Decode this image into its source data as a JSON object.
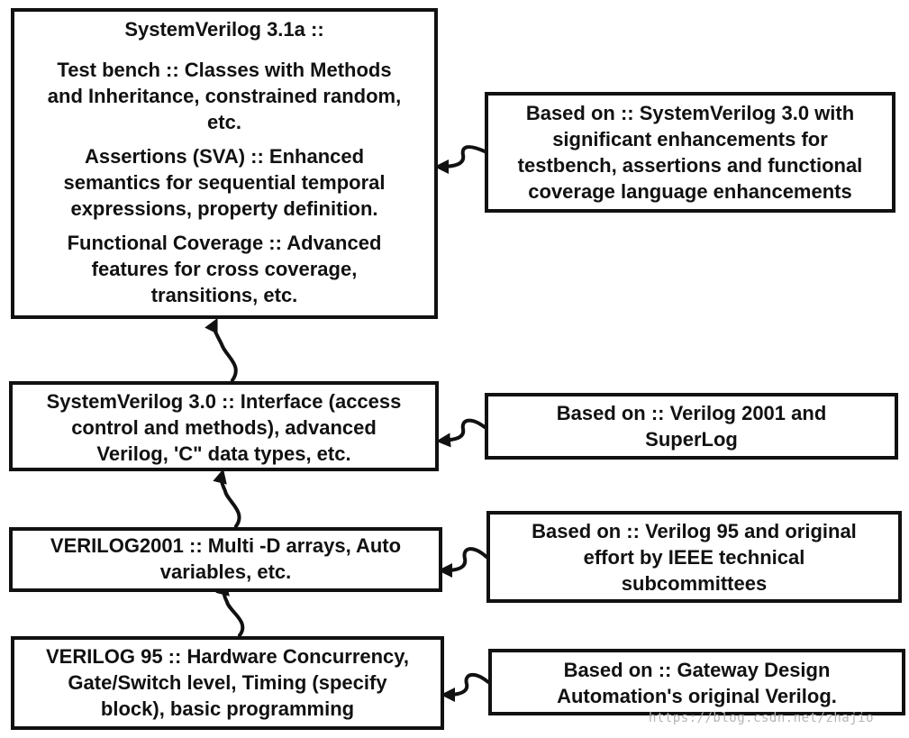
{
  "main_boxes": {
    "sv31": {
      "title": "SystemVerilog 3.1a ::",
      "testbench": "Test bench :: Classes with Methods\nand Inheritance, constrained random,\netc.",
      "assertions": "Assertions (SVA) :: Enhanced\nsemantics for sequential temporal\nexpressions, property definition.",
      "coverage": "Functional Coverage :: Advanced\nfeatures for cross coverage,\ntransitions, etc."
    },
    "sv30": "SystemVerilog 3.0 :: Interface (access\ncontrol and methods), advanced\nVerilog, 'C\" data types, etc.",
    "v2001": "VERILOG2001 :: Multi  -D arrays, Auto\nvariables, etc.",
    "v95": "VERILOG 95 :: Hardware Concurrency,\nGate/Switch level, Timing (specify\nblock), basic programming"
  },
  "based_on": {
    "sv31": "Based on :: SystemVerilog 3.0 with\nsignificant enhancements for\ntestbench, assertions and functional\ncoverage language enhancements",
    "sv30": "Based on :: Verilog 2001 and\nSuperLog",
    "v2001": "Based on :: Verilog 95 and original\neffort by IEEE technical\nsubcommittees",
    "v95": "Based on :: Gateway Design\nAutomation's original Verilog."
  },
  "watermark": "https://blog.csdn.net/zhajio"
}
